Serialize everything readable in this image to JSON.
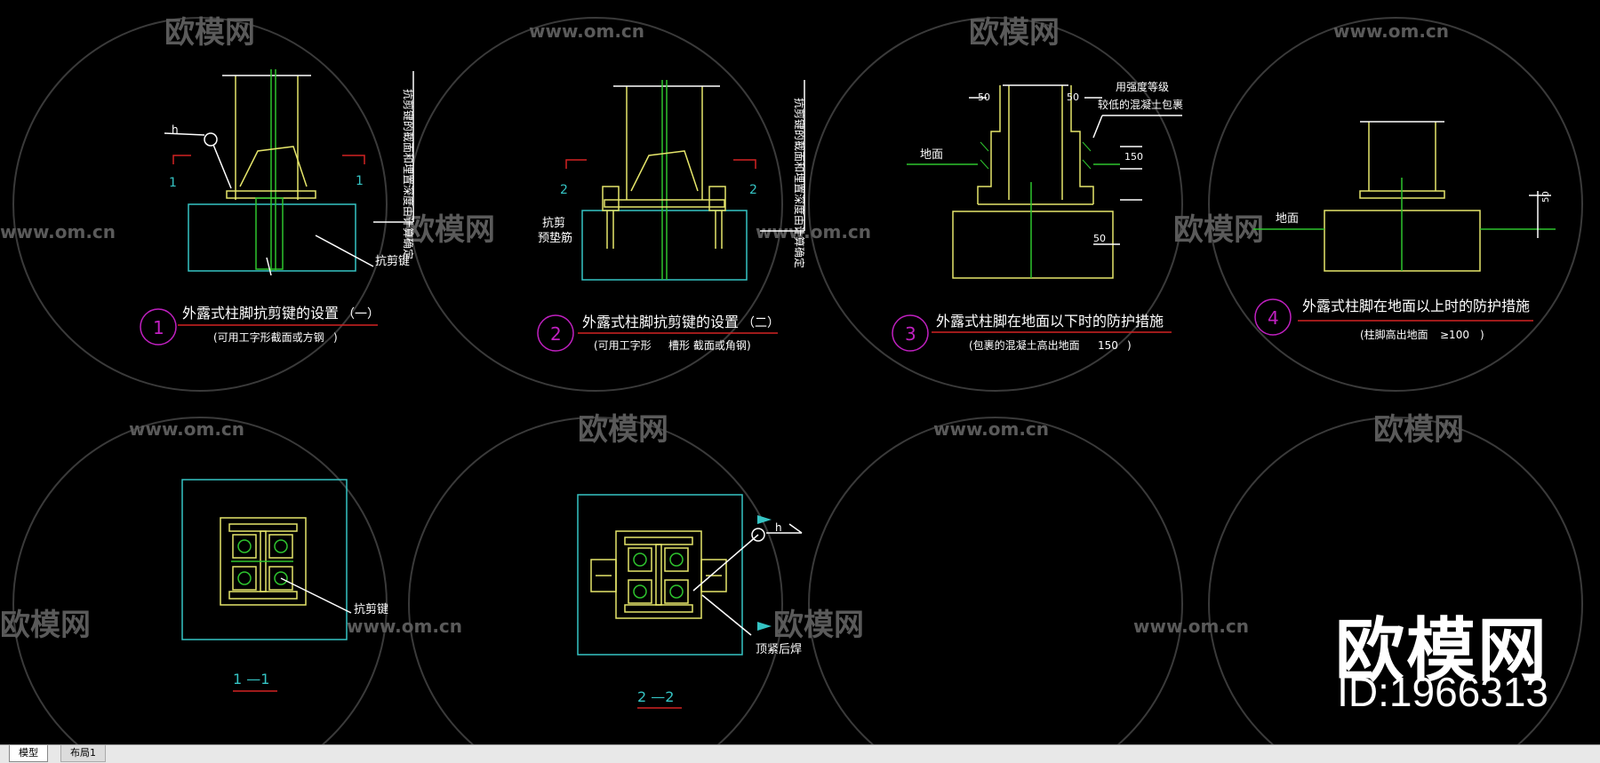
{
  "watermark": {
    "brand": "欧模网",
    "url": "www.om.cn",
    "id_label": "ID:1966313"
  },
  "details": [
    {
      "number": "1",
      "title": "外露式柱脚抗剪键的设置",
      "paren": "（一）",
      "note": "(可用工字形截面或方钢",
      "note_end": ")"
    },
    {
      "number": "2",
      "title": "外露式柱脚抗剪键的设置",
      "paren": "（二）",
      "note": "(可用工字形",
      "note_mid": "槽形 截面或角钢",
      "note_end": ")"
    },
    {
      "number": "3",
      "title": "外露式柱脚在地面以下时的防护措施",
      "note": "(包裹的混凝土高出地面",
      "note_value": "150",
      "note_end": ")"
    },
    {
      "number": "4",
      "title": "外露式柱脚在地面以上时的防护措施",
      "note": "(柱脚高出地面",
      "note_value": "≥100",
      "note_end": ")"
    }
  ],
  "labels": {
    "shear_key": "抗剪键",
    "shear_key_pad": "抗剪",
    "pad_plate": "预垫筋",
    "ground": "地面",
    "concrete_note_1": "用强度等级",
    "concrete_note_2": "较低的混凝土包裹",
    "welding": "顶紧后焊",
    "h_mark": "h",
    "section_1_mark": "1",
    "section_2_mark": "2",
    "dim_50": "50",
    "dim_150": "150",
    "vertical_note_1": "抗剪键的截面和埋置深度由计算确定",
    "vertical_note_2": "抗剪键的截面和埋置深度由计算确定"
  },
  "sections": [
    {
      "label": "1 —1"
    },
    {
      "label": "2 —2"
    }
  ],
  "layout_tabs": [
    {
      "label": "模型",
      "active": true
    },
    {
      "label": "布局1",
      "active": false
    }
  ],
  "colors": {
    "background": "#000000",
    "yellow": "#e5e56a",
    "green": "#2ec42e",
    "cyan": "#35c4c4",
    "white": "#ffffff",
    "red": "#d22222",
    "magenta": "#c020c0",
    "watermark_gray": "#5a5a5a"
  }
}
